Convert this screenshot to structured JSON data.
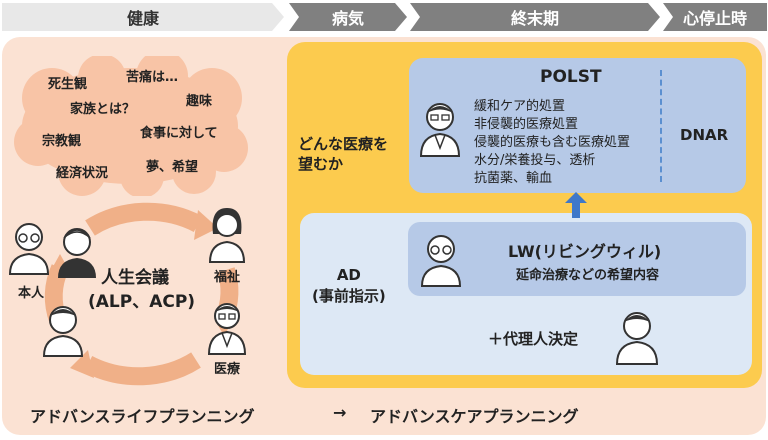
{
  "phases": {
    "health": "健康",
    "illness": "病気",
    "terminal": "終末期",
    "arrest": "心停止時"
  },
  "values_cloud": {
    "items": [
      "死生観",
      "苦痛は…",
      "家族とは？",
      "趣味",
      "宗教観",
      "食事に対して",
      "経済状況",
      "夢、希望"
    ]
  },
  "life_meeting": {
    "title": "人生会議",
    "subtitle": "(ALP、ACP)",
    "roles": {
      "self": "本人",
      "welfare": "福祉",
      "medical": "医療"
    }
  },
  "wish_question": "どんな医療を\n望むか",
  "polst": {
    "title": "POLST",
    "items": [
      "緩和ケア的処置",
      "非侵襲的医療処置",
      "侵襲的医療も含む医療処置",
      "水分/栄養投与、透析",
      "抗菌薬、輸血"
    ],
    "dnar": "DNAR"
  },
  "ad": {
    "label": "AD\n(事前指示)",
    "lw_title": "LW(リビングウィル)",
    "lw_subtitle": "延命治療などの希望内容",
    "proxy": "＋代理人決定"
  },
  "footer": {
    "left": "アドバンスライフプランニング",
    "arrow": "→",
    "right": "アドバンスケアプランニング"
  },
  "colors": {
    "peach": "#fbe2d3",
    "yellow": "#fccb4e",
    "light_blue": "#dde8f5",
    "mid_blue": "#b6c9e7",
    "cycle_orange": "#f0b088",
    "arrow_blue": "#3f78c9"
  }
}
